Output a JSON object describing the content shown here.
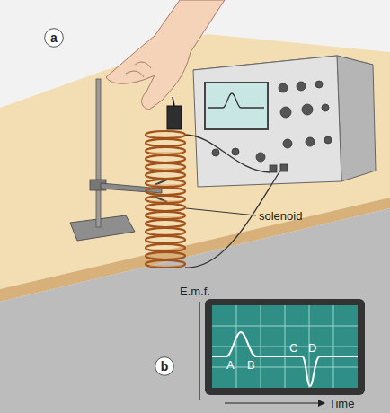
{
  "diagram": {
    "nodes": [
      {
        "text": [
          "a"
        ]
      },
      {
        "text": [
          "b"
        ]
      }
    ],
    "labels": [
      "solenoid",
      "E.m.f.",
      "A",
      "B",
      "C",
      "D",
      "Time"
    ]
  }
}
